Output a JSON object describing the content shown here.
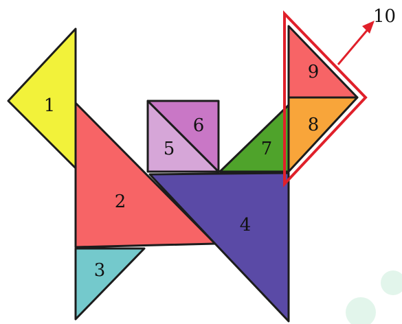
{
  "pieces": [
    {
      "id": "1",
      "label": "1",
      "color": "#f2f23a"
    },
    {
      "id": "2",
      "label": "2",
      "color": "#f76466"
    },
    {
      "id": "3",
      "label": "3",
      "color": "#74c9cc"
    },
    {
      "id": "4",
      "label": "4",
      "color": "#5a4aa6"
    },
    {
      "id": "5",
      "label": "5",
      "color": "#d6a6d8"
    },
    {
      "id": "6",
      "label": "6",
      "color": "#c977c6"
    },
    {
      "id": "7",
      "label": "7",
      "color": "#4fa32b"
    },
    {
      "id": "8",
      "label": "8",
      "color": "#f8a53a"
    },
    {
      "id": "9",
      "label": "9",
      "color": "#f76466"
    }
  ],
  "callout": {
    "label": "10",
    "color": "#e0202a"
  }
}
